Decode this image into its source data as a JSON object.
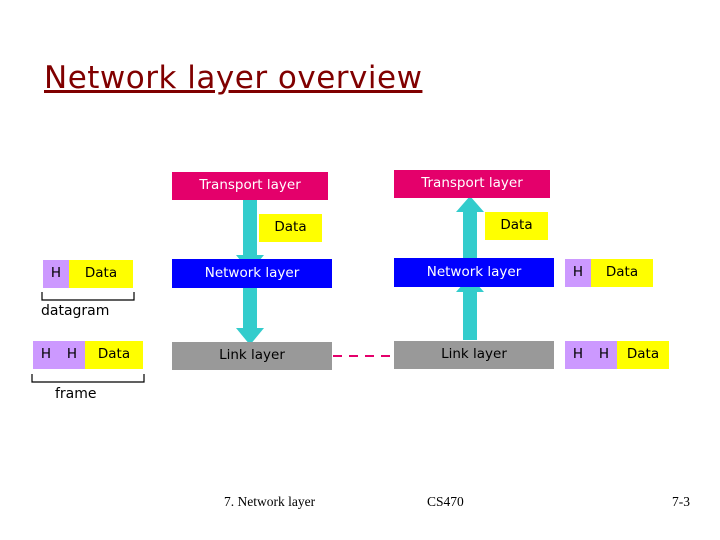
{
  "slide": {
    "title": "Network layer overview",
    "footer": {
      "left": "7. Network layer",
      "center": "CS470",
      "right": "7-3"
    }
  },
  "left_stack": {
    "transport_label": "Transport layer",
    "data_label": "Data",
    "network_label": "Network layer",
    "link_label": "Link layer"
  },
  "right_stack": {
    "transport_label": "Transport layer",
    "data_label": "Data",
    "network_label": "Network layer",
    "link_label": "Link layer"
  },
  "left_pdus": {
    "datagram": {
      "header": "H",
      "payload": "Data",
      "caption": "datagram"
    },
    "frame": {
      "header_outer": "H",
      "header_inner": "H",
      "payload": "Data",
      "caption": "frame"
    }
  },
  "right_pdus": {
    "datagram": {
      "header": "H",
      "payload": "Data"
    },
    "frame": {
      "header_outer": "H",
      "header_inner": "H",
      "payload": "Data"
    }
  },
  "colors": {
    "title": "#800000",
    "transport_box": "#e4006b",
    "network_box": "#0000ff",
    "link_box": "#999999",
    "data_yellow": "#ffff00",
    "header_violet": "#cc99ff",
    "arrow_teal": "#33cccc",
    "dashed_line": "#e4006b"
  }
}
